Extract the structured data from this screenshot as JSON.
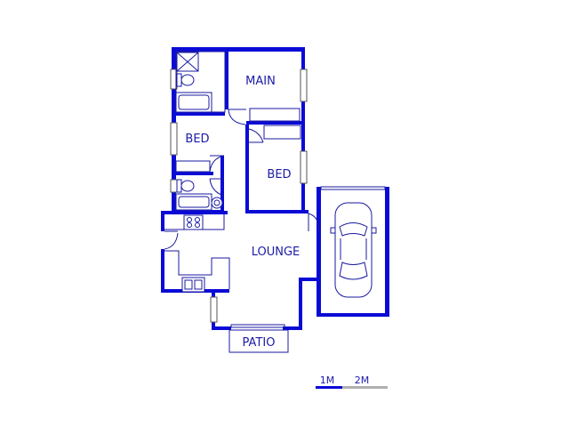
{
  "rooms": {
    "main": "MAIN",
    "bed1": "BED",
    "bed2": "BED",
    "lounge": "LOUNGE",
    "patio": "PATIO"
  },
  "scale": {
    "one": "1M",
    "two": "2M"
  },
  "colors": {
    "wall": "#0a0ad6",
    "label": "#1b1ba8",
    "scale_light": "#b0b0b0"
  }
}
